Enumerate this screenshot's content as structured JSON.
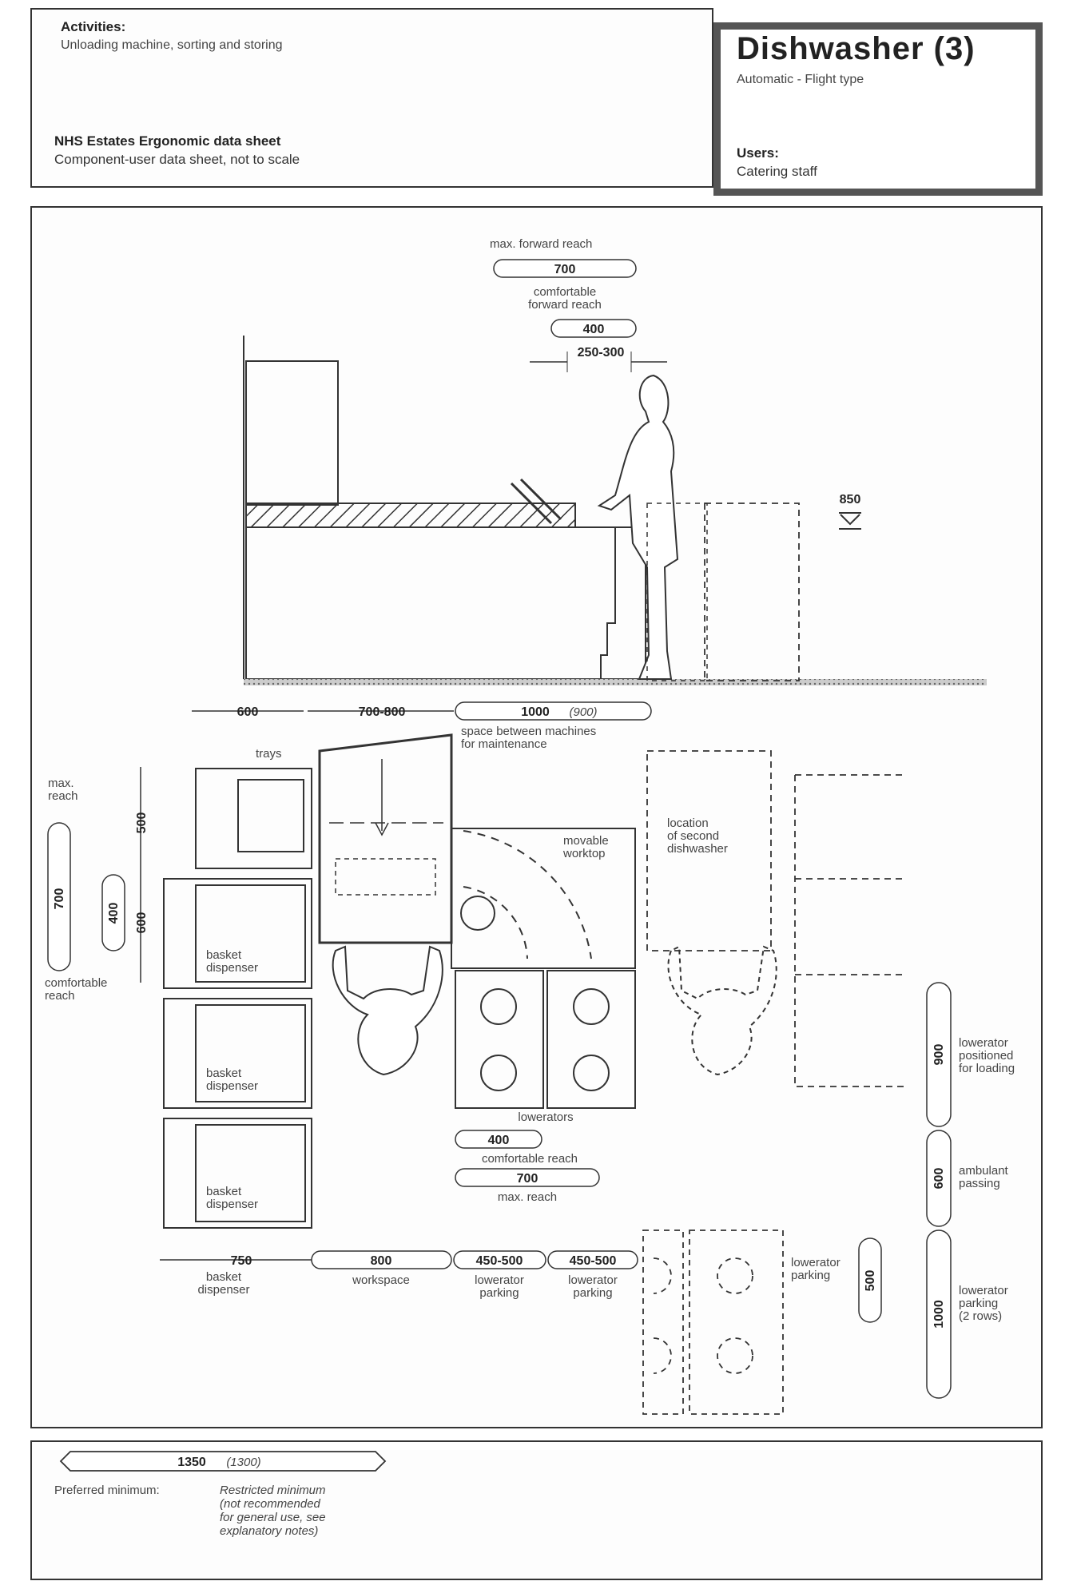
{
  "header": {
    "activities_heading": "Activities:",
    "activities_text": "Unloading machine, sorting and storing",
    "source_title": "NHS Estates Ergonomic data sheet",
    "source_subtitle": "Component-user data sheet, not to scale",
    "title": "Dishwasher (3)",
    "subtitle": "Automatic - Flight type",
    "users_heading": "Users:",
    "users_text": "Catering staff"
  },
  "elevation": {
    "max_forward_reach_label": "max. forward reach",
    "max_forward_reach_value": "700",
    "comfortable_forward_reach_label_1": "comfortable",
    "comfortable_forward_reach_label_2": "forward reach",
    "comfortable_forward_reach_value": "400",
    "clearance_value": "250-300",
    "height_value": "850"
  },
  "plan": {
    "dim_600": "600",
    "dim_700_800": "700-800",
    "dim_1000": "1000",
    "dim_1000_alt": "(900)",
    "space_label_1": "space between machines",
    "space_label_2": "for maintenance",
    "trays": "trays",
    "max_reach_1": "max.",
    "max_reach_2": "reach",
    "v_500": "500",
    "v_600": "600",
    "v_700": "700",
    "v_400": "400",
    "comfortable_reach_1": "comfortable",
    "comfortable_reach_2": "reach",
    "basket_1": "basket",
    "basket_2": "dispenser",
    "movable_1": "movable",
    "movable_2": "worktop",
    "second_1": "location",
    "second_2": "of second",
    "second_3": "dishwasher",
    "lowerators": "lowerators",
    "cr_value": "400",
    "cr_label": "comfortable reach",
    "mr_value": "700",
    "mr_label": "max. reach",
    "r900": "900",
    "r900_1": "lowerator",
    "r900_2": "positioned",
    "r900_3": "for loading",
    "r600": "600",
    "r600_1": "ambulant",
    "r600_2": "passing",
    "r1000": "1000",
    "r1000_1": "lowerator",
    "r1000_2": "parking",
    "r1000_3": "(2 rows)",
    "b750": "750",
    "b750_1": "basket",
    "b750_2": "dispenser",
    "b800": "800",
    "b800_label": "workspace",
    "b450a": "450-500",
    "b450a_1": "lowerator",
    "b450a_2": "parking",
    "b450b": "450-500",
    "b450b_1": "lowerator",
    "b450b_2": "parking",
    "lp_1": "lowerator",
    "lp_2": "parking",
    "lp_value": "500"
  },
  "footer": {
    "value": "1350",
    "value_alt": "(1300)",
    "preferred": "Preferred minimum:",
    "restricted_1": "Restricted minimum",
    "restricted_2": "(not recommended",
    "restricted_3": "for general use, see",
    "restricted_4": "explanatory notes)"
  }
}
